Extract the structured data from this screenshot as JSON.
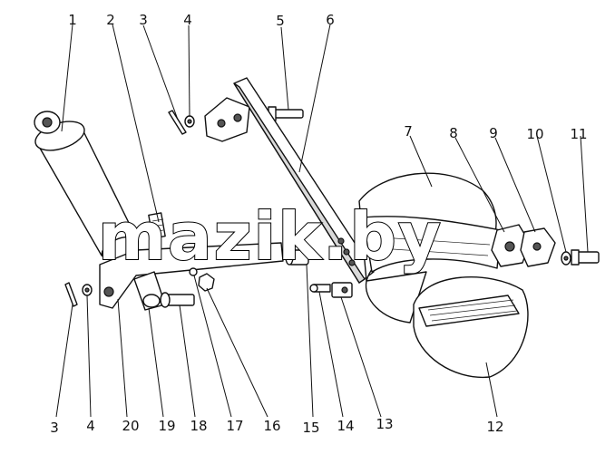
{
  "callouts": [
    {
      "label": "1"
    },
    {
      "label": "2"
    },
    {
      "label": "3"
    },
    {
      "label": "4"
    },
    {
      "label": "5"
    },
    {
      "label": "6"
    },
    {
      "label": "7"
    },
    {
      "label": "8"
    },
    {
      "label": "9"
    },
    {
      "label": "10"
    },
    {
      "label": "11"
    },
    {
      "label": "3"
    },
    {
      "label": "4"
    },
    {
      "label": "20"
    },
    {
      "label": "19"
    },
    {
      "label": "18"
    },
    {
      "label": "17"
    },
    {
      "label": "16"
    },
    {
      "label": "15"
    },
    {
      "label": "14"
    },
    {
      "label": "13"
    },
    {
      "label": "12"
    }
  ],
  "watermark": "mazik.by"
}
